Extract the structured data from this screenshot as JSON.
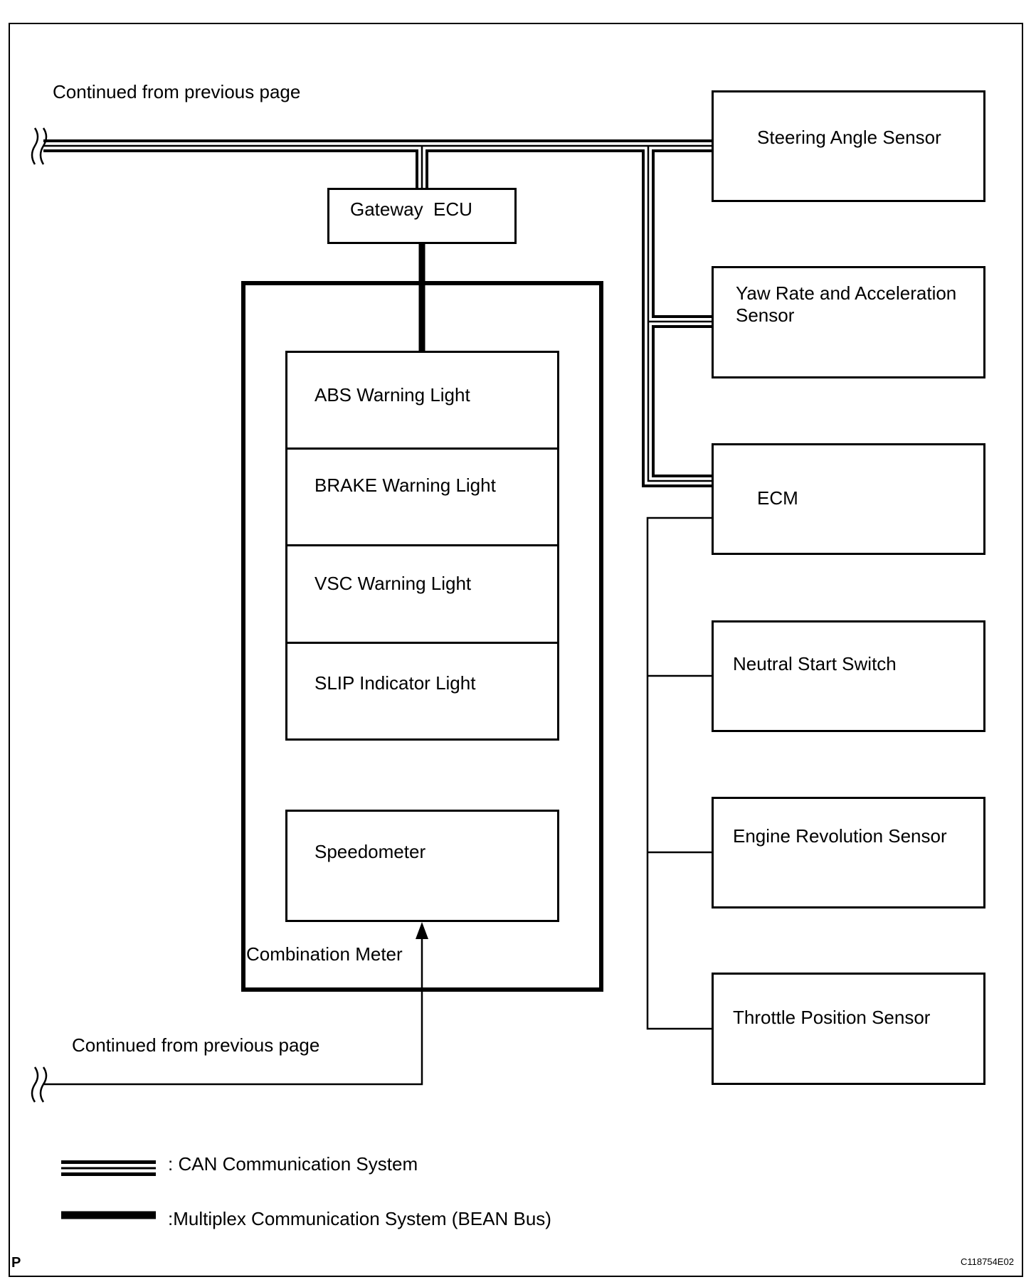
{
  "header": {
    "continued_top": "Continued from previous page"
  },
  "gateway": {
    "label": "Gateway  ECU"
  },
  "combination_meter": {
    "label": "Combination Meter",
    "lights": [
      "ABS Warning Light",
      "BRAKE Warning Light",
      "VSC Warning Light",
      "SLIP Indicator Light"
    ],
    "speedometer": "Speedometer"
  },
  "can_nodes": {
    "steering": "Steering Angle Sensor",
    "yaw_line1": "Yaw Rate and Acceleration",
    "yaw_line2": "Sensor",
    "ecm": "ECM"
  },
  "ecm_inputs": [
    "Neutral Start Switch",
    "Engine Revolution Sensor",
    "Throttle Position Sensor"
  ],
  "continued_bottom": "Continued from previous page",
  "legend": {
    "can": ": CAN Communication System",
    "bean": ":Multiplex Communication System (BEAN Bus)"
  },
  "footer": {
    "page_marker": "P",
    "figure_id": "C118754E02"
  },
  "colors": {
    "line": "#000000",
    "background": "#ffffff"
  }
}
